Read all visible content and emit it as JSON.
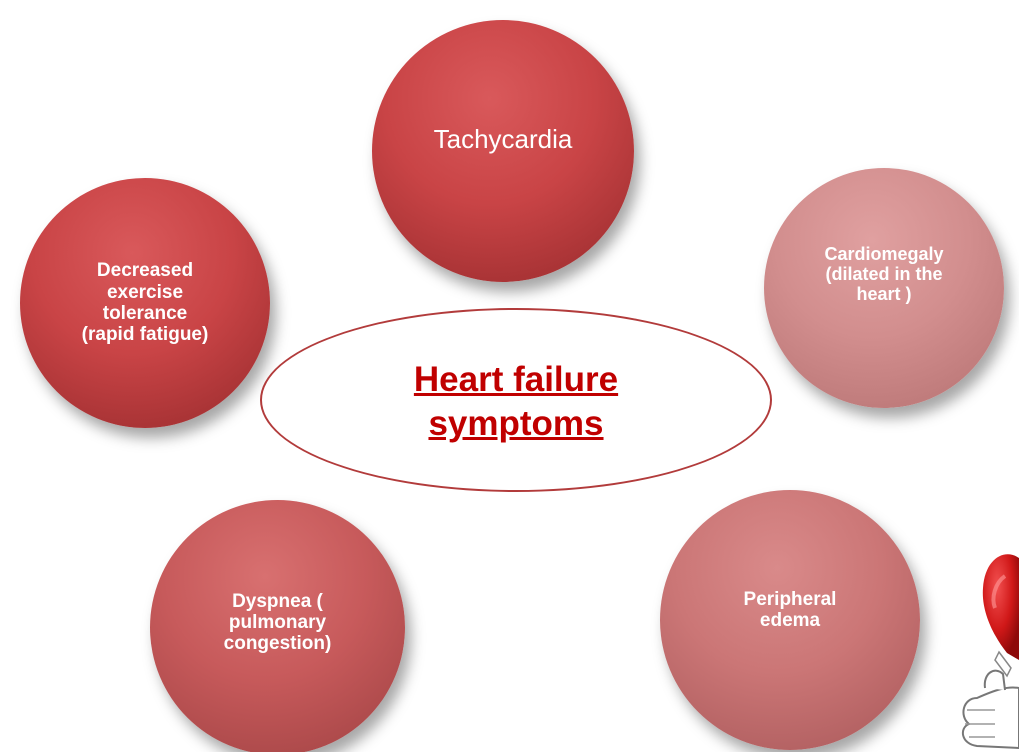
{
  "diagram": {
    "center_label": "Heart failure\nsymptoms",
    "symptoms": {
      "tachycardia": "Tachycardia",
      "exercise": "Decreased\nexercise\ntolerance\n(rapid fatigue)",
      "cardiomegaly": "Cardiomegaly\n(dilated in the\nheart )",
      "dyspnea": "Dyspnea  (\npulmonary\ncongestion)",
      "edema": "Peripheral\nedema"
    }
  },
  "colors": {
    "center_text": "#c00000",
    "ellipse_border": "#b23b3b",
    "circle_dark": "#c94446",
    "circle_light": "#d28e8e"
  }
}
